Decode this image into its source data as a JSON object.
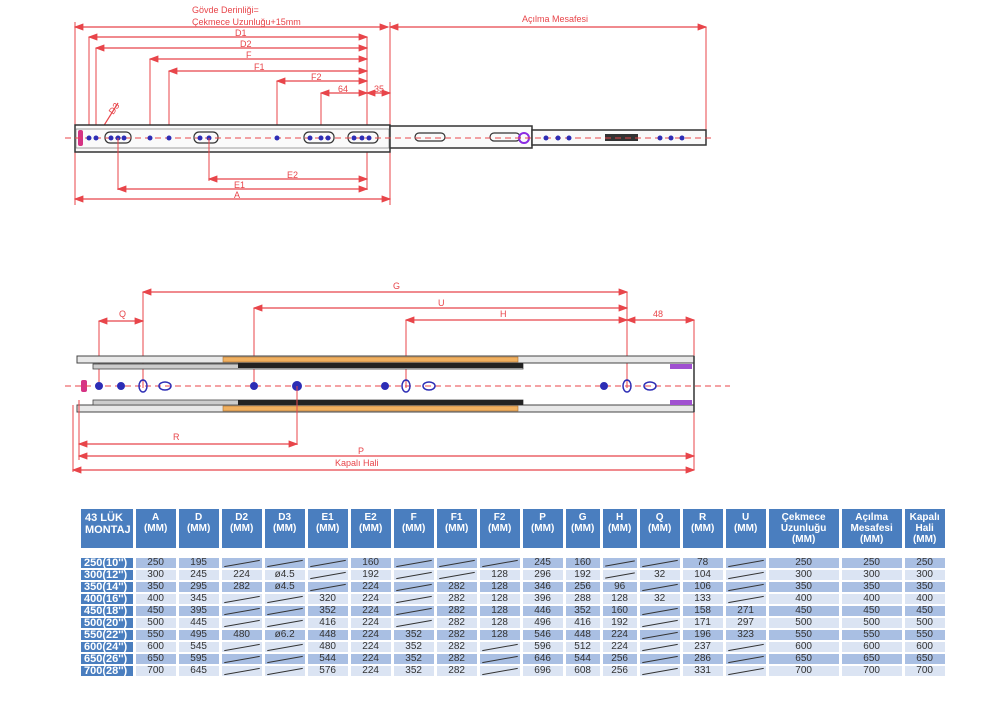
{
  "top_view": {
    "labels": {
      "body_depth_line1": "Gövde Derinliği=",
      "body_depth_line2": "Çekmece Uzunluğu+15mm",
      "opening": "Açılma Mesafesi",
      "d1": "D1",
      "d2": "D2",
      "f": "F",
      "f1": "F1",
      "f2": "F2",
      "dim64": "64",
      "dim35": "35",
      "d3": "D3",
      "e2": "E2",
      "e1": "E1",
      "a": "A"
    }
  },
  "side_view": {
    "labels": {
      "g": "G",
      "u": "U",
      "h": "H",
      "q": "Q",
      "dim48": "48",
      "r": "R",
      "p": "P",
      "closed": "Kapalı Hali"
    }
  },
  "table": {
    "corner_line1": "43 LÜK",
    "corner_line2": "MONTAJ",
    "columns": [
      {
        "l1": "A",
        "l2": "(MM)"
      },
      {
        "l1": "D",
        "l2": "(MM)"
      },
      {
        "l1": "D2",
        "l2": "(MM)"
      },
      {
        "l1": "D3",
        "l2": "(MM)"
      },
      {
        "l1": "E1",
        "l2": "(MM)"
      },
      {
        "l1": "E2",
        "l2": "(MM)"
      },
      {
        "l1": "F",
        "l2": "(MM)"
      },
      {
        "l1": "F1",
        "l2": "(MM)"
      },
      {
        "l1": "F2",
        "l2": "(MM)"
      },
      {
        "l1": "P",
        "l2": "(MM)"
      },
      {
        "l1": "G",
        "l2": "(MM)"
      },
      {
        "l1": "H",
        "l2": "(MM)"
      },
      {
        "l1": "Q",
        "l2": "(MM)"
      },
      {
        "l1": "R",
        "l2": "(MM)"
      },
      {
        "l1": "U",
        "l2": "(MM)"
      },
      {
        "l1": "Çekmece",
        "l2": "Uzunluğu",
        "l3": "(MM)"
      },
      {
        "l1": "Açılma",
        "l2": "Mesafesi",
        "l3": "(MM)"
      },
      {
        "l1": "Kapalı",
        "l2": "Hali",
        "l3": "(MM)"
      }
    ],
    "rows": [
      {
        "label": "250(10'')",
        "values": [
          "250",
          "195",
          "",
          "",
          "",
          "160",
          "",
          "",
          "",
          "245",
          "160",
          "",
          "",
          "78",
          "",
          "250",
          "250",
          "250"
        ]
      },
      {
        "label": "300(12'')",
        "values": [
          "300",
          "245",
          "224",
          "ø4.5",
          "",
          "192",
          "",
          "",
          "128",
          "296",
          "192",
          "",
          "32",
          "104",
          "",
          "300",
          "300",
          "300"
        ]
      },
      {
        "label": "350(14'')",
        "values": [
          "350",
          "295",
          "282",
          "ø4.5",
          "",
          "224",
          "",
          "282",
          "128",
          "346",
          "256",
          "96",
          "",
          "106",
          "",
          "350",
          "350",
          "350"
        ]
      },
      {
        "label": "400(16'')",
        "values": [
          "400",
          "345",
          "",
          "",
          "320",
          "224",
          "",
          "282",
          "128",
          "396",
          "288",
          "128",
          "32",
          "133",
          "",
          "400",
          "400",
          "400"
        ]
      },
      {
        "label": "450(18'')",
        "values": [
          "450",
          "395",
          "",
          "",
          "352",
          "224",
          "",
          "282",
          "128",
          "446",
          "352",
          "160",
          "",
          "158",
          "271",
          "450",
          "450",
          "450"
        ]
      },
      {
        "label": "500(20'')",
        "values": [
          "500",
          "445",
          "",
          "",
          "416",
          "224",
          "",
          "282",
          "128",
          "496",
          "416",
          "192",
          "",
          "171",
          "297",
          "500",
          "500",
          "500"
        ]
      },
      {
        "label": "550(22'')",
        "values": [
          "550",
          "495",
          "480",
          "ø6.2",
          "448",
          "224",
          "352",
          "282",
          "128",
          "546",
          "448",
          "224",
          "",
          "196",
          "323",
          "550",
          "550",
          "550"
        ]
      },
      {
        "label": "600(24'')",
        "values": [
          "600",
          "545",
          "",
          "",
          "480",
          "224",
          "352",
          "282",
          "",
          "596",
          "512",
          "224",
          "",
          "237",
          "",
          "600",
          "600",
          "600"
        ]
      },
      {
        "label": "650(26'')",
        "values": [
          "650",
          "595",
          "",
          "",
          "544",
          "224",
          "352",
          "282",
          "",
          "646",
          "544",
          "256",
          "",
          "286",
          "",
          "650",
          "650",
          "650"
        ]
      },
      {
        "label": "700(28'')",
        "values": [
          "700",
          "645",
          "",
          "",
          "576",
          "224",
          "352",
          "282",
          "",
          "696",
          "608",
          "256",
          "",
          "331",
          "",
          "700",
          "700",
          "700"
        ]
      }
    ]
  }
}
